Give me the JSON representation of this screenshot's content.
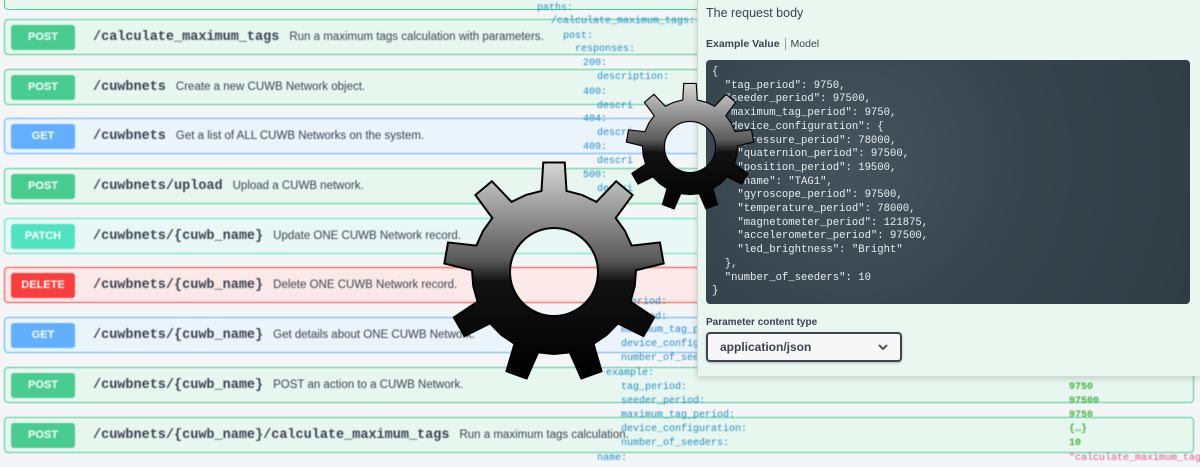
{
  "endpoints": [
    {
      "method": "POST",
      "path": "/calculate_maximum_tags",
      "summary": "Run a maximum tags calculation with parameters."
    },
    {
      "method": "POST",
      "path": "/cuwbnets",
      "summary": "Create a new CUWB Network object."
    },
    {
      "method": "GET",
      "path": "/cuwbnets",
      "summary": "Get a list of ALL CUWB Networks on the system."
    },
    {
      "method": "POST",
      "path": "/cuwbnets/upload",
      "summary": "Upload a CUWB network."
    },
    {
      "method": "PATCH",
      "path": "/cuwbnets/{cuwb_name}",
      "summary": "Update ONE CUWB Network record."
    },
    {
      "method": "DELETE",
      "path": "/cuwbnets/{cuwb_name}",
      "summary": "Delete ONE CUWB Network record."
    },
    {
      "method": "GET",
      "path": "/cuwbnets/{cuwb_name}",
      "summary": "Get details about ONE CUWB Network."
    },
    {
      "method": "POST",
      "path": "/cuwbnets/{cuwb_name}",
      "summary": "POST an action to a CUWB Network."
    },
    {
      "method": "POST",
      "path": "/cuwbnets/{cuwb_name}/calculate_maximum_tags",
      "summary": "Run a maximum tags calculation."
    }
  ],
  "spec_tree": {
    "paths": "paths:",
    "path_key": "/calculate_maximum_tags:",
    "post": "post:",
    "responses": "responses:",
    "codes": [
      "200:",
      "400:",
      "404:",
      "409:",
      "500:"
    ],
    "description": "description:",
    "description_trunc": "descri",
    "props_trunc": [
      "period:",
      "maximum_tag_per",
      "device_configu",
      "number_of_seede"
    ],
    "example": "example:",
    "example_fields": [
      {
        "key": "tag_period:",
        "value": "9750"
      },
      {
        "key": "seeder_period:",
        "value": "97500"
      },
      {
        "key": "maximum_tag_period:",
        "value": "9750"
      },
      {
        "key": "device_configuration:",
        "value": "{…}"
      },
      {
        "key": "number_of_seeders:",
        "value": "10"
      }
    ],
    "name_key": "name:",
    "name_value": "\"calculate_maximum_tags"
  },
  "request_body": {
    "title": "The request body",
    "tab_example": "Example Value",
    "tab_model": "Model",
    "example_lines": [
      "{",
      "  \"tag_period\": 9750,",
      "  \"seeder_period\": 97500,",
      "  \"maximum_tag_period\": 9750,",
      "  \"device_configuration\": {",
      "    \"pressure_period\": 78000,",
      "    \"quaternion_period\": 97500,",
      "    \"position_period\": 19500,",
      "    \"name\": \"TAG1\",",
      "    \"gyroscope_period\": 97500,",
      "    \"temperature_period\": 78000,",
      "    \"magnetometer_period\": 121875,",
      "    \"accelerometer_period\": 97500,",
      "    \"led_brightness\": \"Bright\"",
      "  },",
      "  \"number_of_seeders\": 10",
      "}"
    ],
    "content_type_label": "Parameter content type",
    "content_type_value": "application/json"
  },
  "colors": {
    "post": "#49cc90",
    "get": "#61affe",
    "patch": "#50e3c2",
    "delete": "#f93e3e"
  },
  "icons": [
    "gear-icon-large",
    "gear-icon-small",
    "chevron-down-icon"
  ]
}
